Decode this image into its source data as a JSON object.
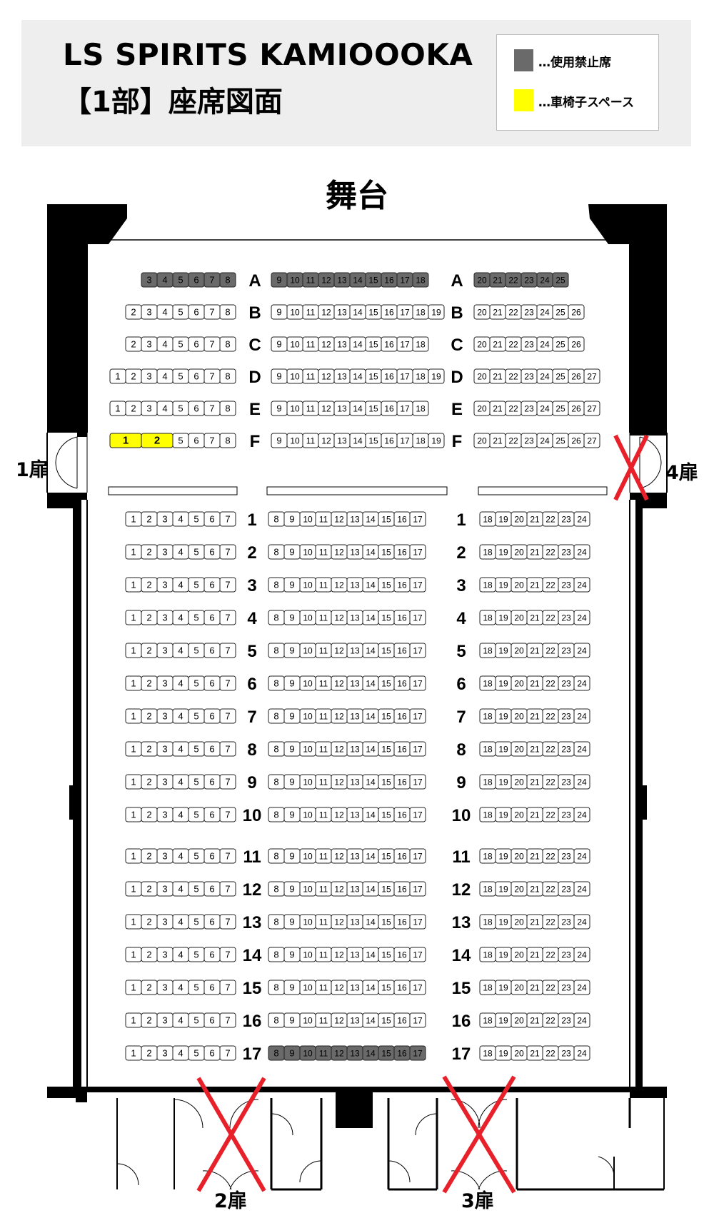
{
  "header": {
    "title_line1": "LS SPIRITS KAMIOOOKA",
    "title_line2": "【1部】座席図面"
  },
  "legend": {
    "items": [
      {
        "label": "…使用禁止席",
        "color": "#6a6a6a"
      },
      {
        "label": "…車椅子スペース",
        "color": "#ffff00"
      }
    ]
  },
  "stage_label": "舞台",
  "doors": {
    "door1": {
      "label": "1扉",
      "closed": false
    },
    "door2": {
      "label": "2扉",
      "closed": true
    },
    "door3": {
      "label": "3扉",
      "closed": true
    },
    "door4": {
      "label": "4扉",
      "closed": true
    }
  },
  "colors": {
    "seat_fill": "#ffffff",
    "disabled_fill": "#6a6a6a",
    "wheelchair_fill": "#ffff00",
    "closed_mark": "#e8202a",
    "wall": "#000000"
  },
  "seating": {
    "front_rows": [
      {
        "label": "A",
        "left": {
          "seats": [
            "3",
            "4",
            "5",
            "6",
            "7",
            "8"
          ],
          "disabled": [
            "3",
            "4",
            "5",
            "6",
            "7",
            "8"
          ]
        },
        "center": {
          "seats": [
            "9",
            "10",
            "11",
            "12",
            "13",
            "14",
            "15",
            "16",
            "17",
            "18"
          ],
          "disabled": [
            "9",
            "10",
            "11",
            "12",
            "13",
            "14",
            "15",
            "16",
            "17",
            "18"
          ]
        },
        "right": {
          "seats": [
            "20",
            "21",
            "22",
            "23",
            "24",
            "25"
          ],
          "disabled": [
            "20",
            "21",
            "22",
            "23",
            "24",
            "25"
          ]
        }
      },
      {
        "label": "B",
        "left": {
          "seats": [
            "2",
            "3",
            "4",
            "5",
            "6",
            "7",
            "8"
          ]
        },
        "center": {
          "seats": [
            "9",
            "10",
            "11",
            "12",
            "13",
            "14",
            "15",
            "16",
            "17",
            "18",
            "19"
          ]
        },
        "right": {
          "seats": [
            "20",
            "21",
            "22",
            "23",
            "24",
            "25",
            "26"
          ]
        }
      },
      {
        "label": "C",
        "left": {
          "seats": [
            "2",
            "3",
            "4",
            "5",
            "6",
            "7",
            "8"
          ]
        },
        "center": {
          "seats": [
            "9",
            "10",
            "11",
            "12",
            "13",
            "14",
            "15",
            "16",
            "17",
            "18"
          ]
        },
        "right": {
          "seats": [
            "20",
            "21",
            "22",
            "23",
            "24",
            "25",
            "26"
          ]
        }
      },
      {
        "label": "D",
        "left": {
          "seats": [
            "1",
            "2",
            "3",
            "4",
            "5",
            "6",
            "7",
            "8"
          ]
        },
        "center": {
          "seats": [
            "9",
            "10",
            "11",
            "12",
            "13",
            "14",
            "15",
            "16",
            "17",
            "18",
            "19"
          ]
        },
        "right": {
          "seats": [
            "20",
            "21",
            "22",
            "23",
            "24",
            "25",
            "26",
            "27"
          ]
        }
      },
      {
        "label": "E",
        "left": {
          "seats": [
            "1",
            "2",
            "3",
            "4",
            "5",
            "6",
            "7",
            "8"
          ]
        },
        "center": {
          "seats": [
            "9",
            "10",
            "11",
            "12",
            "13",
            "14",
            "15",
            "16",
            "17",
            "18"
          ]
        },
        "right": {
          "seats": [
            "20",
            "21",
            "22",
            "23",
            "24",
            "25",
            "26",
            "27"
          ]
        }
      },
      {
        "label": "F",
        "left": {
          "wheelchair": [
            "1",
            "2"
          ],
          "seats": [
            "5",
            "6",
            "7",
            "8"
          ]
        },
        "center": {
          "seats": [
            "9",
            "10",
            "11",
            "12",
            "13",
            "14",
            "15",
            "16",
            "17",
            "18",
            "19"
          ]
        },
        "right": {
          "seats": [
            "20",
            "21",
            "22",
            "23",
            "24",
            "25",
            "26",
            "27"
          ]
        }
      }
    ],
    "rear_rows": {
      "labels": [
        "1",
        "2",
        "3",
        "4",
        "5",
        "6",
        "7",
        "8",
        "9",
        "10",
        "11",
        "12",
        "13",
        "14",
        "15",
        "16",
        "17"
      ],
      "left_seats": [
        "1",
        "2",
        "3",
        "4",
        "5",
        "6",
        "7"
      ],
      "center_seats": [
        "8",
        "9",
        "10",
        "11",
        "12",
        "13",
        "14",
        "15",
        "16",
        "17"
      ],
      "right_seats": [
        "18",
        "19",
        "20",
        "21",
        "22",
        "23",
        "24"
      ],
      "disabled": {
        "row": "17",
        "section": "center",
        "seats": [
          "8",
          "9",
          "10",
          "11",
          "12",
          "13",
          "14",
          "15",
          "16",
          "17"
        ]
      }
    }
  }
}
